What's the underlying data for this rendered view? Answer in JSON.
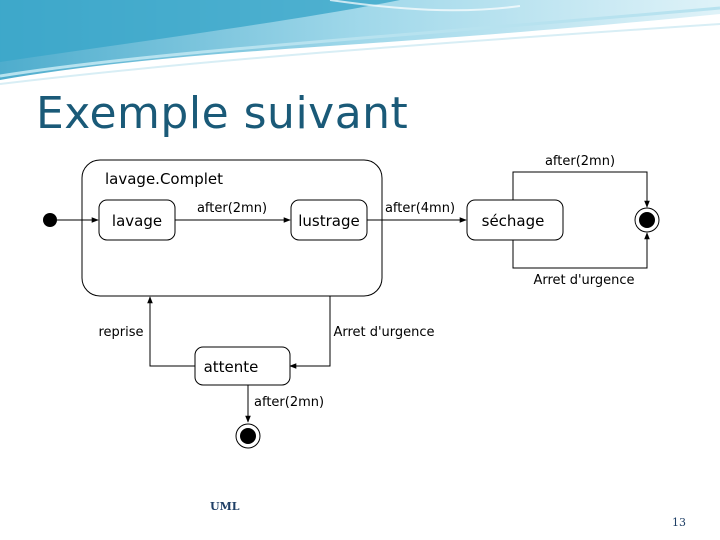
{
  "slide": {
    "title": "Exemple suivant",
    "footer": "UML",
    "page_number": "13"
  },
  "diagram": {
    "composite_state": "lavage.Complet",
    "states": {
      "lavage": "lavage",
      "lustrage": "lustrage",
      "sechage": "séchage",
      "attente": "attente"
    },
    "transitions": {
      "lavage_to_lustrage": "after(2mn)",
      "lustrage_to_sechage": "after(4mn)",
      "sechage_to_final": "after(2mn)",
      "sechage_urgence": "Arret d'urgence",
      "composite_to_attente": "Arret d'urgence",
      "attente_to_composite": "reprise",
      "attente_to_final": "after(2mn)"
    }
  },
  "colors": {
    "title": "#1a5a78",
    "header_wave": "#3aa6c9",
    "lines": "#000000"
  }
}
